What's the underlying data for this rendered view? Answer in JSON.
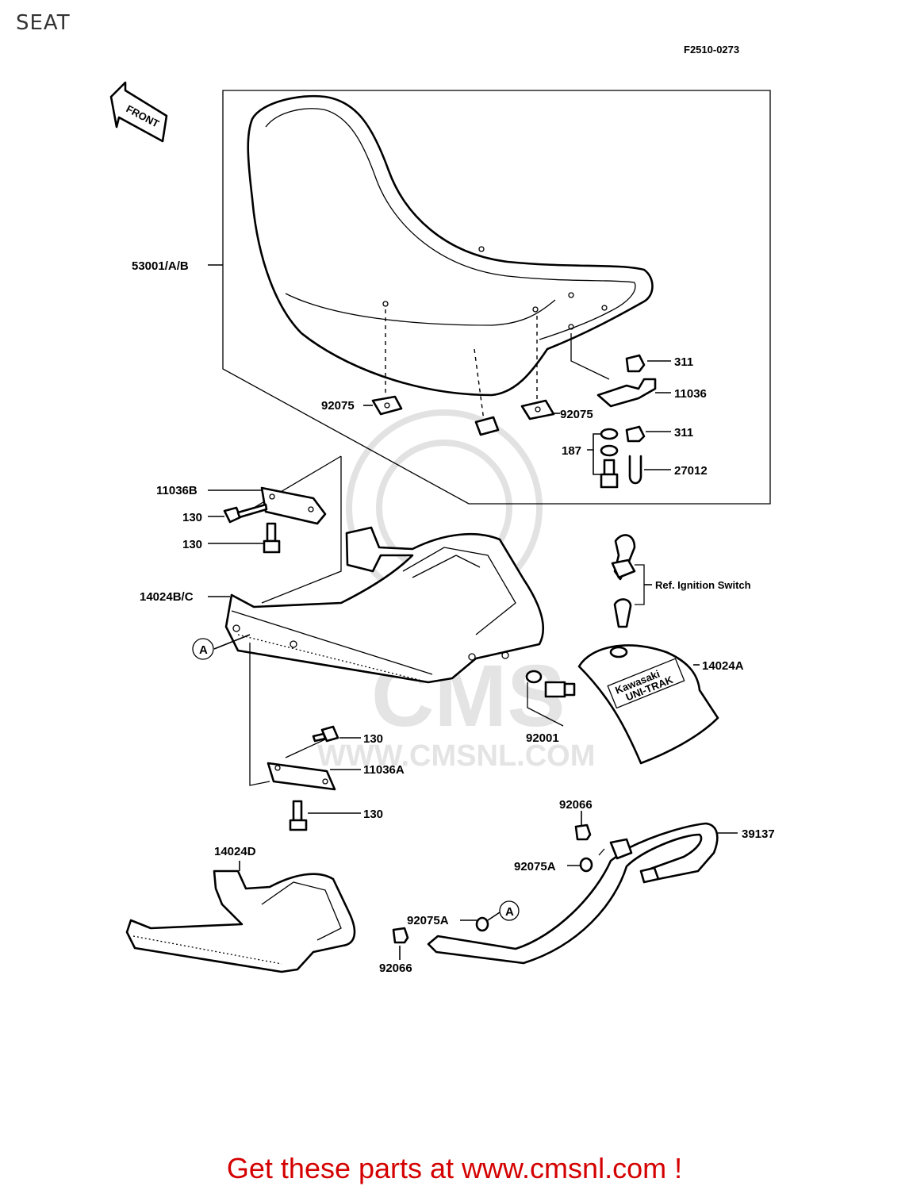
{
  "page_title": "SEAT",
  "diagram_code": "F2510-0273",
  "front_arrow": "FRONT",
  "watermark": {
    "logo": "CMS",
    "url": "WWW.CMSNL.COM"
  },
  "footer_link": "Get these parts at www.cmsnl.com !",
  "callouts": {
    "seat": "53001/A/B",
    "nut_311_top": "311",
    "bracket_11036": "11036",
    "nut_311_mid": "311",
    "clip_92075_left": "92075",
    "clip_92075_right": "92075",
    "washer_187": "187",
    "bolt_27012": "27012",
    "bracket_11036b": "11036B",
    "bolt_130_a": "130",
    "bolt_130_b": "130",
    "ignition_ref": "Ref. Ignition Switch",
    "cover_14024bc": "14024B/C",
    "circle_a_left": "A",
    "cover_14024a": "14024A",
    "bolt_92001": "92001",
    "bolt_130_c": "130",
    "bracket_11036a": "11036A",
    "bolt_130_d": "130",
    "cap_92066_top": "92066",
    "grab_bar": "39137",
    "cover_14024d": "14024D",
    "clip_92075a_top": "92075A",
    "clip_92075a_bottom": "92075A",
    "circle_a_right": "A",
    "cap_92066_bottom": "92066"
  },
  "emblem_text": {
    "line1": "Kawasaki",
    "line2": "UNI-TRAK"
  }
}
